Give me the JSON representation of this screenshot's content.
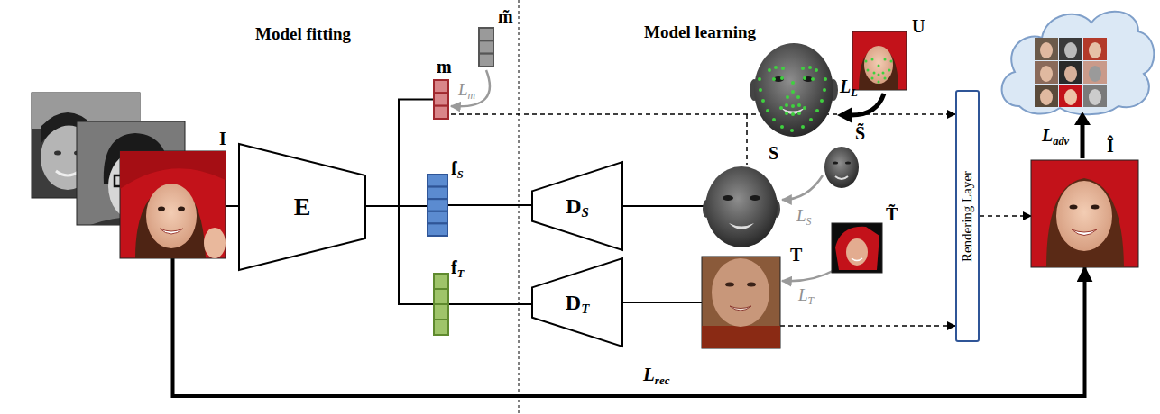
{
  "diagram": {
    "nodes": [
      {
        "text": [
          "I"
        ]
      },
      {
        "text": [
          "E"
        ]
      },
      {
        "text": [
          "m"
        ]
      },
      {
        "text": [
          "m̃"
        ]
      },
      {
        "text": [
          "fS"
        ]
      },
      {
        "text": [
          "fT"
        ]
      },
      {
        "text": [
          "DS"
        ]
      },
      {
        "text": [
          "DT"
        ]
      },
      {
        "text": [
          "S"
        ]
      },
      {
        "text": [
          "S̃"
        ]
      },
      {
        "text": [
          "T"
        ]
      },
      {
        "text": [
          "T̃"
        ]
      },
      {
        "text": [
          "U"
        ]
      },
      {
        "text": [
          "Rendering Layer"
        ]
      },
      {
        "text": [
          "Î"
        ]
      }
    ],
    "edges": [
      {
        "from": 0,
        "to": 1,
        "arrow": "none"
      },
      {
        "from": 1,
        "to": 2,
        "arrow": "none"
      },
      {
        "from": 1,
        "to": 4,
        "arrow": "none"
      },
      {
        "from": 1,
        "to": 5,
        "arrow": "none"
      },
      {
        "from": 3,
        "to": 2,
        "label": "Lm",
        "arrow": "to"
      },
      {
        "from": 4,
        "to": 6,
        "arrow": "none"
      },
      {
        "from": 5,
        "to": 7,
        "arrow": "none"
      },
      {
        "from": 6,
        "to": 8,
        "arrow": "none"
      },
      {
        "from": 7,
        "to": 10,
        "arrow": "none"
      },
      {
        "from": 9,
        "to": 8,
        "label": "LS",
        "arrow": "to"
      },
      {
        "from": 11,
        "to": 10,
        "label": "LT",
        "arrow": "to"
      },
      {
        "from": 2,
        "to": 13,
        "arrow": "to"
      },
      {
        "from": 10,
        "to": 13,
        "arrow": "to"
      },
      {
        "from": 13,
        "to": 14,
        "arrow": "to"
      },
      {
        "from": 0,
        "to": 14,
        "label": "Lrec",
        "arrow": "to"
      }
    ],
    "labels": [
      "Model fitting",
      "Model learning",
      "LL",
      "Ladv"
    ]
  }
}
